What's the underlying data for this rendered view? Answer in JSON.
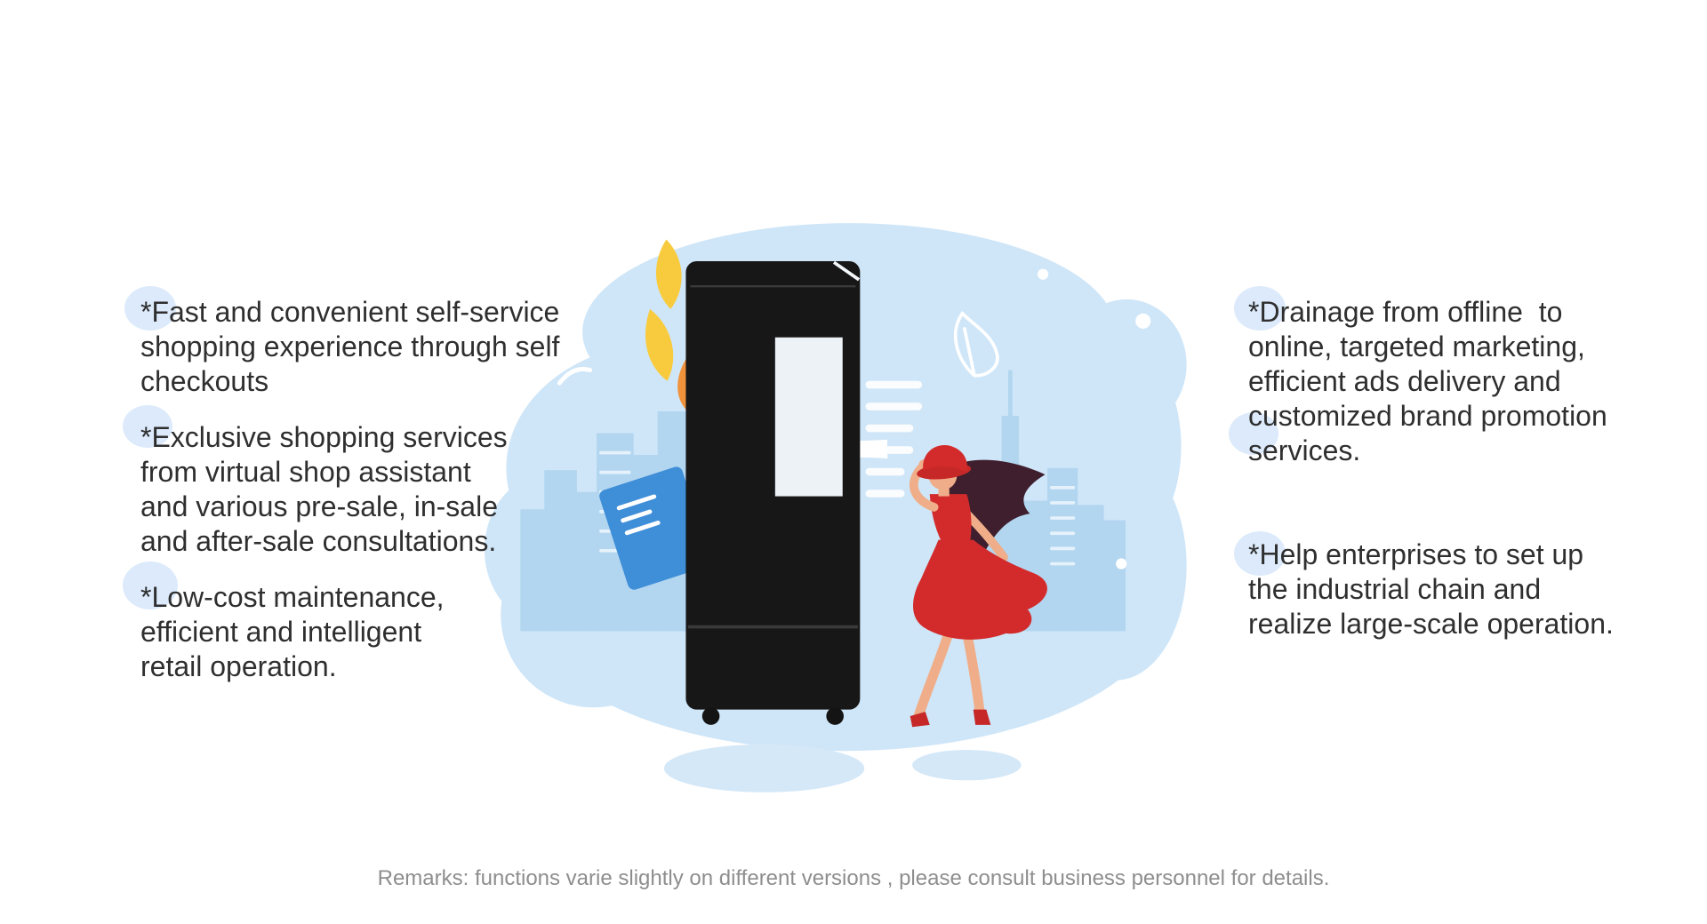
{
  "left_column": {
    "bullets": [
      {
        "text": "*Fast and convenient self-service\nshopping experience through self\ncheckouts"
      },
      {
        "text": "*Exclusive shopping services\nfrom virtual shop assistant\nand various pre-sale, in-sale\nand after-sale consultations."
      },
      {
        "text": "*Low-cost maintenance,\nefficient and intelligent\nretail operation."
      }
    ]
  },
  "right_column": {
    "bullets": [
      {
        "text": "*Drainage from offline  to\nonline, targeted marketing,\nefficient ads delivery and\ncustomized brand promotion\nservices."
      },
      {
        "text": "*Help enterprises to set up\nthe industrial chain and\nrealize large-scale operation."
      }
    ]
  },
  "footer": {
    "remarks": "Remarks: functions varie slightly on different versions , please consult business personnel for details."
  },
  "illustration": {
    "name": "smart-vending-machine-with-woman",
    "colors": {
      "text": "#2f2f2f",
      "footer_text": "#8e8e8e",
      "background_blob": "#cfe6f8",
      "city_skyline": "#b3d6f0",
      "ground_shadow": "#d5e8f8",
      "machine_body": "#171717",
      "machine_screen": "#edf2f6",
      "dress_red": "#d32b2b",
      "dark_red": "#c62828",
      "card_blue": "#3e8ed8",
      "skin": "#efae89",
      "hair": "#3f1f2d",
      "leaf_yellow": "#f8cb3f",
      "leaf_orange": "#f0923c",
      "highlight_blob": "#dceafb"
    }
  }
}
